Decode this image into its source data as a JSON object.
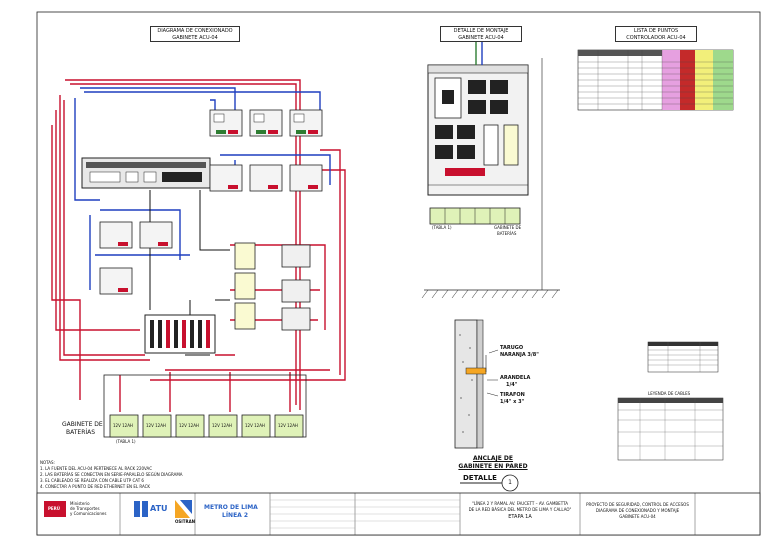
{
  "sheet": {
    "titles": {
      "wiring_title": "DIAGRAMA DE CONEXIONADO",
      "wiring_sub": "GABINETE ACU-04",
      "mount_title": "DETALLE DE MONTAJE",
      "mount_sub": "GABINETE ACU-04",
      "points_title": "LISTA DE PUNTOS",
      "points_sub": "CONTROLADOR ACU-04"
    },
    "labels": {
      "battery_cabinet_main": "GABINETE DE",
      "battery_cabinet_main2": "BATERÍAS",
      "battery_cabinet_mount": "GABINETE DE",
      "battery_cabinet_mount2": "BATERÍAS",
      "note_block": "(TABLA 1)",
      "anchor_title": "ANCLAJE DE",
      "anchor_title2": "GABINETE EN PARED",
      "detail_word": "DETALLE",
      "detail_num": "1",
      "callout_1": "TARUGO",
      "callout_1b": "NARANJA 3/8\"",
      "callout_2": "ARANDELA",
      "callout_2b": "1/4\"",
      "callout_3": "TIRAFON",
      "callout_3b": "1/4\" x 3\"",
      "legend_title": "LEYENDA DE CABLES",
      "battery_unit": "12V 12AH"
    },
    "notes": {
      "title": "NOTAS:",
      "n1": "1.  LA FUENTE DEL ACU-04 PERTENECE AL RACK 220VAC",
      "n2": "2.  LAS BATERÍAS SE CONECTAN EN SERIE-PARALELO SEGÚN DIAGRAMA",
      "n3": "3.  EL CABLEADO SE REALIZA CON CABLE UTP CAT 6",
      "n4": "4.  CONECTAR A PUNTO DE RED ETHERNET EN EL RACK"
    },
    "titleblock": {
      "logo_peru": "PERÚ",
      "ministry_1": "Ministerio",
      "ministry_2": "de Transportes",
      "ministry_3": "y Comunicaciones",
      "atu": "ATU",
      "ositran": "OSITRAN",
      "metro_1": "METRO DE LIMA",
      "metro_2": "LÍNEA 2",
      "project_1": "\"LÍNEA 2 Y RAMAL AV. FAUCETT – AV. GAMBETTA",
      "project_2": "DE LA RED BÁSICA DEL METRO DE LIMA Y CALLAO\"",
      "project_3": "ETAPA 1A",
      "drawing_1": "PROYECTO DE SEGURIDAD, CONTROL DE ACCESOS",
      "drawing_2": "DIAGRAMA DE CONEXIONADO Y MONTAJE",
      "drawing_3": "GABINETE ACU-04"
    },
    "colors": {
      "red": "#c8102e",
      "blue": "#1f3fbf",
      "black": "#111111",
      "battery_green": "#dff2b8",
      "table_magenta": "#e6a0e0",
      "table_yellow": "#f2ef7a",
      "table_green": "#9ed98c",
      "table_red": "#c42a2a"
    }
  }
}
